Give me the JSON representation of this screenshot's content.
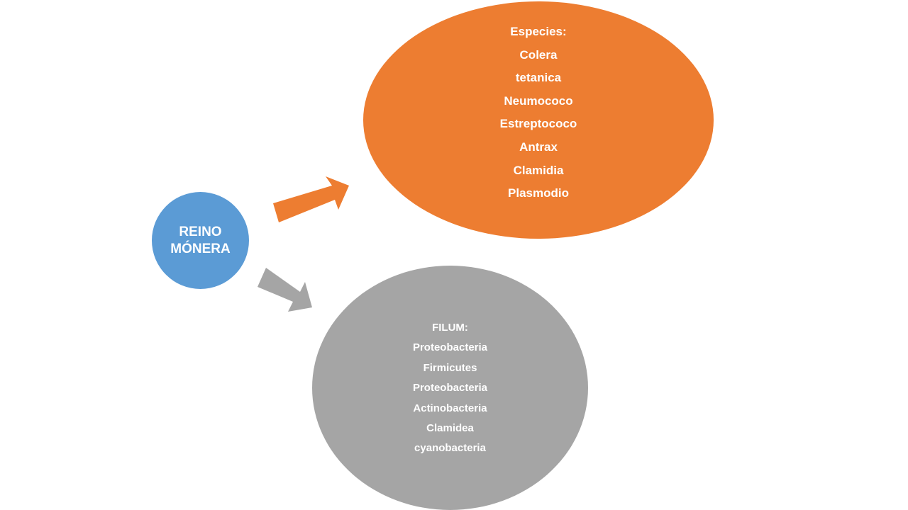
{
  "colors": {
    "center": "#5b9bd5",
    "species": "#ed7d31",
    "filum": "#a5a5a5",
    "text": "#ffffff"
  },
  "center": {
    "lines": [
      "REINO",
      "MÓNERA"
    ]
  },
  "species": {
    "heading": "Especies:",
    "items": [
      "Colera",
      "tetanica",
      "Neumococo",
      "Estreptococo",
      "Antrax",
      "Clamidia",
      "Plasmodio"
    ]
  },
  "filum": {
    "heading": "FILUM:",
    "items": [
      "Proteobacteria",
      "Firmicutes",
      "Proteobacteria",
      "Actinobacteria",
      "Clamidea",
      "cyanobacteria"
    ]
  },
  "connectors": [
    {
      "from": "center",
      "to": "species",
      "color": "#ed7d31"
    },
    {
      "from": "center",
      "to": "filum",
      "color": "#a5a5a5"
    }
  ]
}
